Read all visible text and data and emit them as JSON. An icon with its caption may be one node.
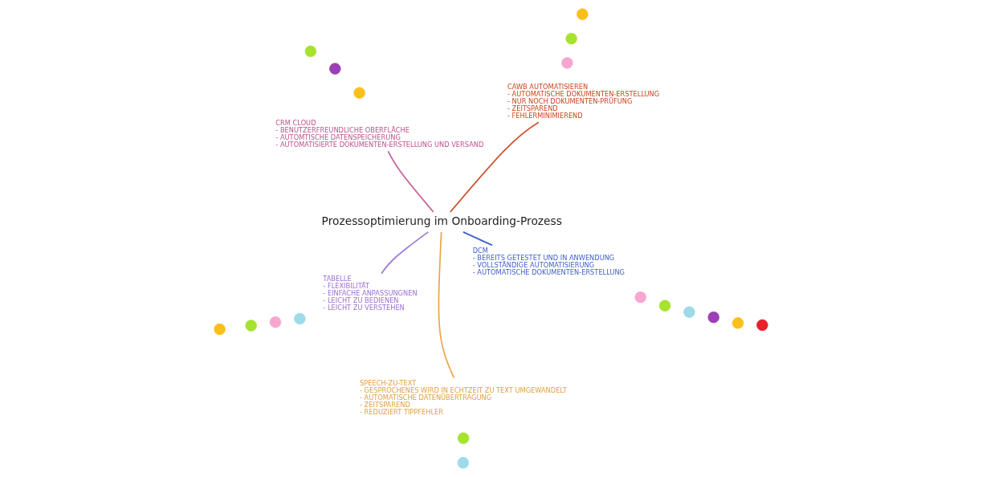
{
  "diagram": {
    "nodes": [
      {
        "text": [
          "Prozessoptimierung im Onboarding-Prozess"
        ]
      },
      {
        "text": [
          "DCM",
          "- BEREITS GETESTET UND IN ANWENDUNG",
          "- VOLLSTÄNDIGE AUTOMATISIERUNG",
          "- AUTOMATISCHE DOKUMENTEN-ERSTELLUNG"
        ]
      },
      {
        "text": [
          "TABELLE",
          "- FLEXIBILITÄT",
          "- EINFACHE ANPASSUNGNEN",
          "- LEICHT ZU BEDIENEN",
          "- LEICHT ZU VERSTEHEN"
        ]
      },
      {
        "text": [
          "CRM CLOUD",
          "- BENUTZERFREUNDLICHE OBERFLÄCHE",
          "- AUTOMTISCHE DATENSPEICHERUNG",
          "- AUTOMATISIERTE DOKUMENTEN-ERSTELLUNG UND VERSAND"
        ]
      },
      {
        "text": [
          "CAWB AUTOMATISIEREN",
          "- AUTOMATISCHE DOKUMENTEN-ERSTELLUNG",
          "- NUR NOCH DOKUMENTEN-PRÜFUNG",
          "- ZEITSPAREND",
          "- FEHLERMINIMIEREND"
        ]
      },
      {
        "text": [
          "SPEECH-ZU-TEXT",
          "- GESPROCHENES WIRD IN ECHTZEIT ZU TEXT UMGEWANDELT",
          "- AUTOMATISCHE DATENÜBERTRAGUNG",
          "- ZEITSPAREND",
          "- REDUZIERT TIPPFEHLER"
        ]
      },
      {
        "text": [],
        "shape": "circle"
      },
      {
        "text": [],
        "shape": "circle"
      },
      {
        "text": [],
        "shape": "circle"
      },
      {
        "text": [],
        "shape": "circle"
      },
      {
        "text": [],
        "shape": "circle"
      },
      {
        "text": [],
        "shape": "circle"
      },
      {
        "text": [],
        "shape": "circle"
      },
      {
        "text": [],
        "shape": "circle"
      },
      {
        "text": [],
        "shape": "circle"
      },
      {
        "text": [],
        "shape": "circle"
      },
      {
        "text": [],
        "shape": "circle"
      },
      {
        "text": [],
        "shape": "circle"
      },
      {
        "text": [],
        "shape": "circle"
      },
      {
        "text": [],
        "shape": "circle"
      },
      {
        "text": [],
        "shape": "circle"
      },
      {
        "text": [],
        "shape": "circle"
      },
      {
        "text": [],
        "shape": "circle"
      },
      {
        "text": [],
        "shape": "circle"
      }
    ],
    "edges": [
      {
        "from": 0,
        "to": 1,
        "arrow": "none",
        "color": "#3f5fc8"
      },
      {
        "from": 0,
        "to": 2,
        "arrow": "none",
        "color": "#a07ad6"
      },
      {
        "from": 0,
        "to": 3,
        "arrow": "none",
        "color": "#c8609a"
      },
      {
        "from": 0,
        "to": 4,
        "arrow": "none",
        "color": "#d0502a"
      },
      {
        "from": 0,
        "to": 5,
        "arrow": "none",
        "color": "#e8a84a"
      }
    ]
  }
}
